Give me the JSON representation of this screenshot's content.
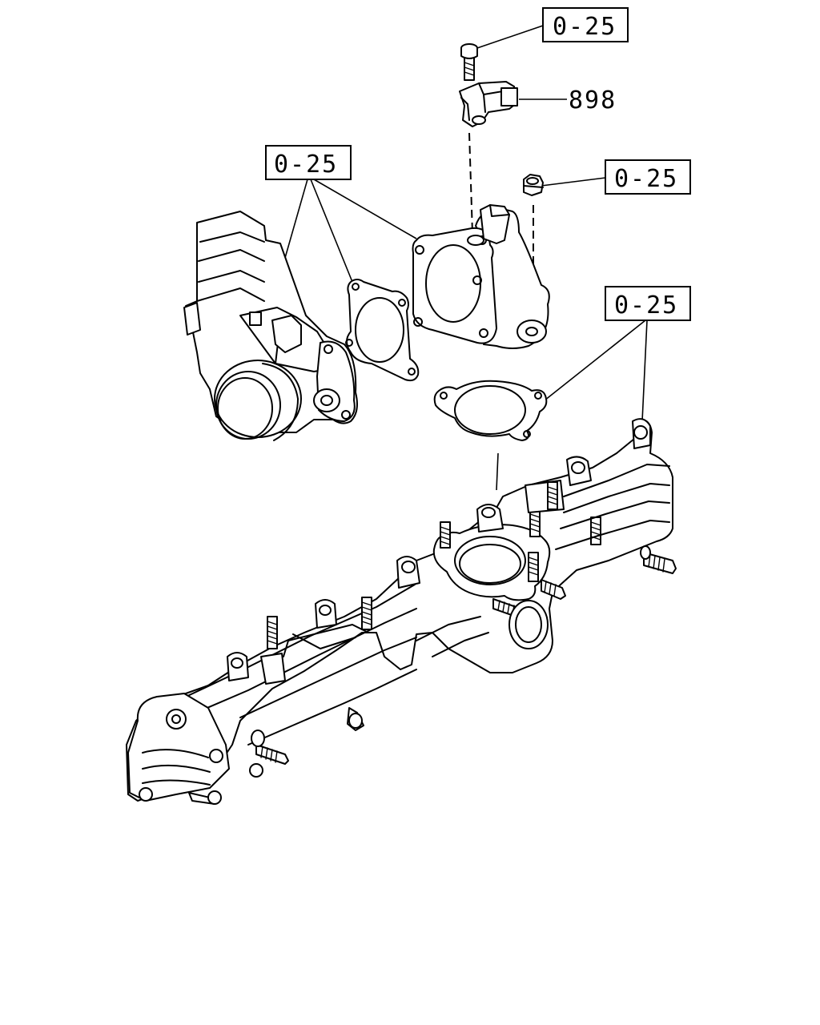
{
  "callouts": {
    "ref_top": "0-25",
    "sensor_part": "898",
    "ref_left": "0-25",
    "ref_right_upper": "0-25",
    "ref_right_lower": "0-25"
  }
}
